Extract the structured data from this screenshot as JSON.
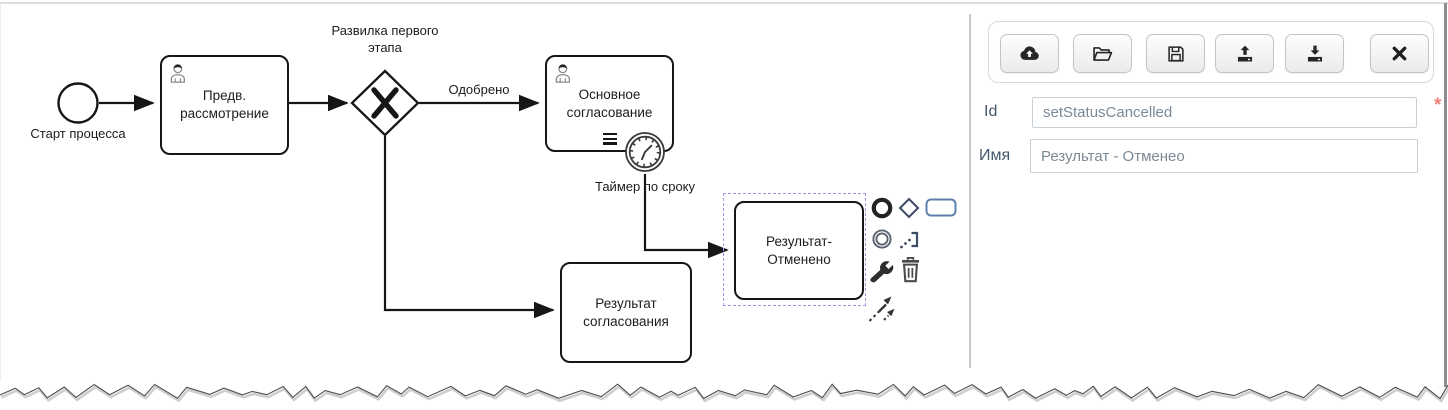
{
  "diagram": {
    "start_label": "Старт процесса",
    "task_preliminary": "Предв. рассмотрение",
    "gateway_label": "Развилка первого этапа",
    "flow_approved": "Одобрено",
    "task_main": "Основное согласование",
    "task_main_marker": "sequential-marker",
    "timer_label": "Таймер по сроку",
    "task_result": "Результат согласования",
    "task_cancelled": "Результат-Отменено",
    "selected_element": "task_cancelled",
    "selection_color": "#9a9af5"
  },
  "context_pad": {
    "icons": [
      "append-end-event",
      "append-gateway",
      "append-task",
      "append-intermediate-event",
      "append-text-annotation",
      "wrench-change-type",
      "trash-delete",
      "connect-flow"
    ]
  },
  "panel": {
    "toolbar_icons": [
      "cloud-upload",
      "folder-open",
      "save",
      "upload",
      "download",
      "close"
    ],
    "fields": [
      {
        "label": "Id",
        "value": "setStatusCancelled",
        "required_marker": "*"
      },
      {
        "label": "Имя",
        "value": "Результат - Отменео",
        "required_marker": ""
      }
    ]
  },
  "colors": {
    "shape_stroke": "#161616",
    "required": "#f2817d",
    "input_text": "#7b8a97",
    "pad_blue": "#5d80ac",
    "pad_slate": "#3d4b63"
  }
}
